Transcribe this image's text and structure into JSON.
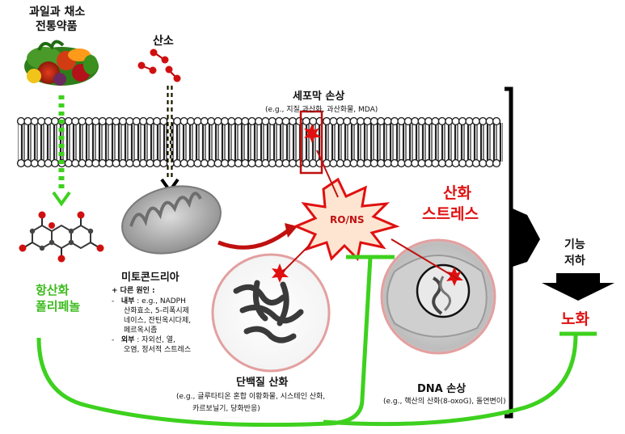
{
  "fruits": {
    "title_line1": "과일과 채소",
    "title_line2": "전통약품"
  },
  "oxygen": {
    "label": "산소"
  },
  "membrane": {
    "title": "세포막 손상",
    "detail": "(e.g., 지질 과산화, 과산화물, MDA)"
  },
  "mitochondria": {
    "title": "미토콘드리아",
    "other_causes": "+ 다른 원인 :",
    "internal_label": "내부",
    "internal_text": ": e.g., NADPH",
    "internal_lines": [
      "산화효소, 5-리폭시제",
      "네이스, 잔틴옥시다제,",
      "페르옥시좀"
    ],
    "external_label": "외부",
    "external_text": ": 자외선, 열,",
    "external_lines": [
      "오염, 정서적 스트레스"
    ]
  },
  "ros": {
    "label": "RO/NS"
  },
  "stress": {
    "line1": "산화",
    "line2": "스트레스"
  },
  "polyphenol": {
    "line1": "항산화",
    "line2": "폴리페놀"
  },
  "protein": {
    "title": "단백질 산화",
    "detail_line1": "(e.g., 글루타티온 혼합 이황화물, 시스테인  산화,",
    "detail_line2": "카르보닐기, 당화반응)"
  },
  "dna": {
    "title": "DNA 손상",
    "detail": "(e.g., 핵산의 산화(8-oxoG), 돌연변이)"
  },
  "outcome": {
    "function_line1": "기능",
    "function_line2": "저하",
    "aging": "노화"
  },
  "colors": {
    "green": "#3dd11e",
    "red": "#e01010",
    "dark_red": "#b01010",
    "black": "#000000"
  }
}
